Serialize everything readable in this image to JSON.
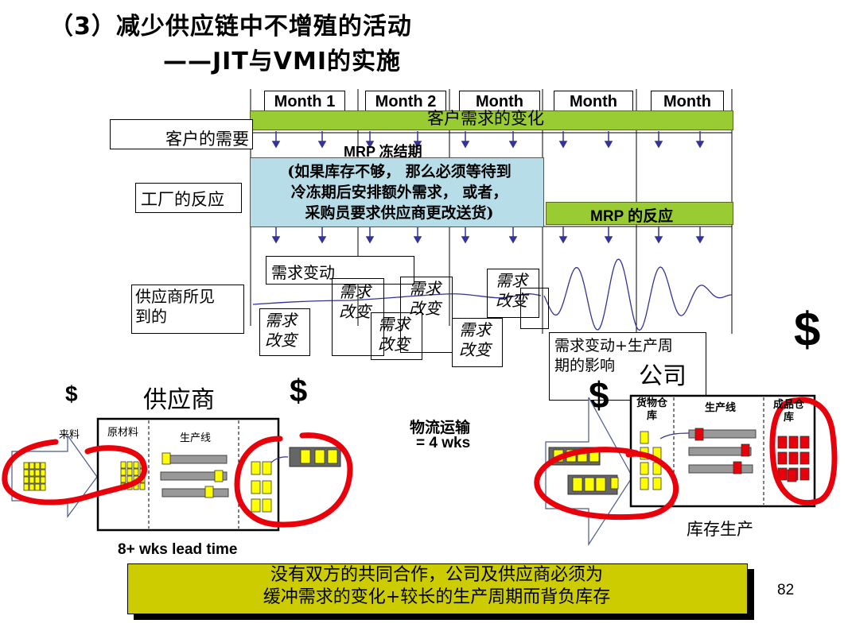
{
  "title": {
    "line1": "（3）减少供应链中不增殖的活动",
    "line2": "——JIT与VMI的实施"
  },
  "months": [
    "Month 1",
    "Month 2",
    "Month",
    "Month",
    "Month"
  ],
  "bars": {
    "customer_change": "客户需求的变化",
    "mrp_reaction": "MRP 的反应"
  },
  "rows": {
    "customer_need": "客户的需要",
    "factory_reaction": "工厂的反应",
    "supplier_seen": "供应商所见\n到的"
  },
  "mrp_freeze": "MRP 冻结期",
  "freeze_note": "(如果库存不够， 那么必须等待到\n冷冻期后安排额外需求， 或者，\n采购员要求供应商更改送货)",
  "demand_fluct": "需求变动",
  "demand_change": "需求\n改变",
  "fluct_production": "需求变动+生产周\n期的影响",
  "supplier": {
    "name": "供应商",
    "incoming": "来料",
    "raw": "原材料",
    "line": "生产线",
    "lead": "8+ wks lead time"
  },
  "logistics": {
    "label": "物流运输",
    "value": "= 4 wks"
  },
  "company": {
    "name": "公司",
    "goods": "货物仓\n库",
    "line": "生产线",
    "finished": "成品仓\n库",
    "inventory": "库存生产"
  },
  "dollar": "$",
  "conclusion": "没有双方的共同合作，公司及供应商必须为\n缓冲需求的变化+较长的生产周期而背负库存",
  "page_number": "82",
  "colors": {
    "green": "#99cc33",
    "cyan": "#b7dde8",
    "yellow_box": "#cccc00",
    "red_mark": "#e8000b",
    "arrow_blue": "#333399"
  }
}
